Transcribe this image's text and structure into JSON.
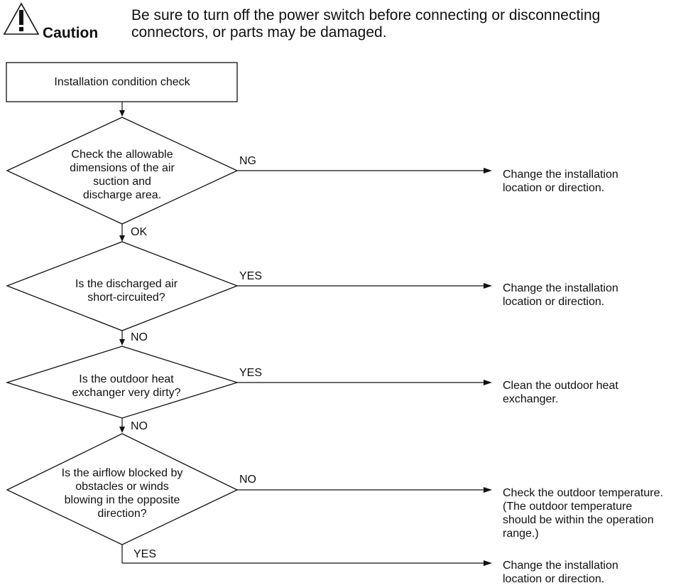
{
  "caution": {
    "label": "Caution",
    "text_line1": "Be sure to turn off the power switch before connecting or disconnecting",
    "text_line2": "connectors, or parts may be damaged."
  },
  "start": {
    "label": "Installation condition check"
  },
  "decisions": [
    {
      "lines": [
        "Check the allowable",
        "dimensions of the air",
        "suction and",
        "discharge area."
      ],
      "side_label": "NG",
      "down_label": "OK",
      "outcome": [
        "Change the installation",
        "location or direction."
      ]
    },
    {
      "lines": [
        "Is the discharged air",
        "short-circuited?"
      ],
      "side_label": "YES",
      "down_label": "NO",
      "outcome": [
        "Change the installation",
        "location or direction."
      ]
    },
    {
      "lines": [
        "Is the outdoor heat",
        "exchanger very dirty?"
      ],
      "side_label": "YES",
      "down_label": "NO",
      "outcome": [
        "Clean the outdoor heat",
        "exchanger."
      ]
    },
    {
      "lines": [
        "Is the airflow blocked by",
        "obstacles or winds",
        "blowing in the opposite",
        "direction?"
      ],
      "side_label": "NO",
      "down_label": "YES",
      "outcome": [
        "Check the outdoor temperature.",
        "(The outdoor temperature",
        "should be within the operation",
        "range.)"
      ]
    }
  ],
  "final_outcome": [
    "Change the installation",
    "location or direction."
  ]
}
